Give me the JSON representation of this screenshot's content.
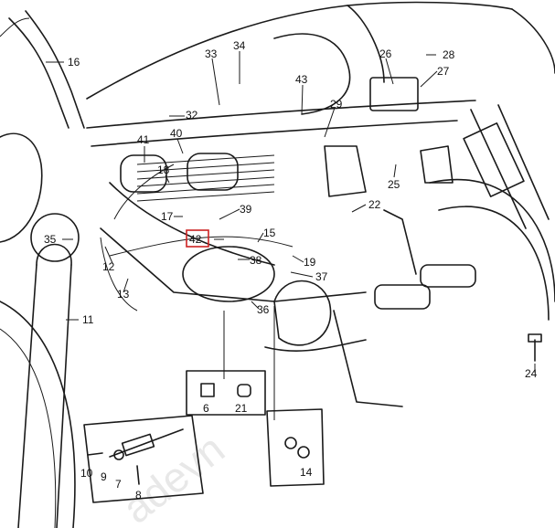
{
  "watermark": "adevn",
  "highlight": "42",
  "callouts": [
    {
      "id": "c16",
      "label": "16"
    },
    {
      "id": "c34",
      "label": "34"
    },
    {
      "id": "c33",
      "label": "33"
    },
    {
      "id": "c26",
      "label": "26"
    },
    {
      "id": "c28",
      "label": "28"
    },
    {
      "id": "c27",
      "label": "27"
    },
    {
      "id": "c43",
      "label": "43"
    },
    {
      "id": "c32",
      "label": "32"
    },
    {
      "id": "c29",
      "label": "29"
    },
    {
      "id": "c41",
      "label": "41"
    },
    {
      "id": "c40",
      "label": "40"
    },
    {
      "id": "c18",
      "label": "18"
    },
    {
      "id": "c25",
      "label": "25"
    },
    {
      "id": "c22",
      "label": "22"
    },
    {
      "id": "c17",
      "label": "17"
    },
    {
      "id": "c39",
      "label": "39"
    },
    {
      "id": "c35",
      "label": "35"
    },
    {
      "id": "c42",
      "label": "42"
    },
    {
      "id": "c15",
      "label": "15"
    },
    {
      "id": "c12",
      "label": "12"
    },
    {
      "id": "c38",
      "label": "38"
    },
    {
      "id": "c19",
      "label": "19"
    },
    {
      "id": "c37",
      "label": "37"
    },
    {
      "id": "c13",
      "label": "13"
    },
    {
      "id": "c36",
      "label": "36"
    },
    {
      "id": "c11",
      "label": "11"
    },
    {
      "id": "c24",
      "label": "24"
    },
    {
      "id": "c6",
      "label": "6"
    },
    {
      "id": "c21",
      "label": "21"
    },
    {
      "id": "c10",
      "label": "10"
    },
    {
      "id": "c9",
      "label": "9"
    },
    {
      "id": "c7",
      "label": "7"
    },
    {
      "id": "c8",
      "label": "8"
    },
    {
      "id": "c14",
      "label": "14"
    }
  ]
}
